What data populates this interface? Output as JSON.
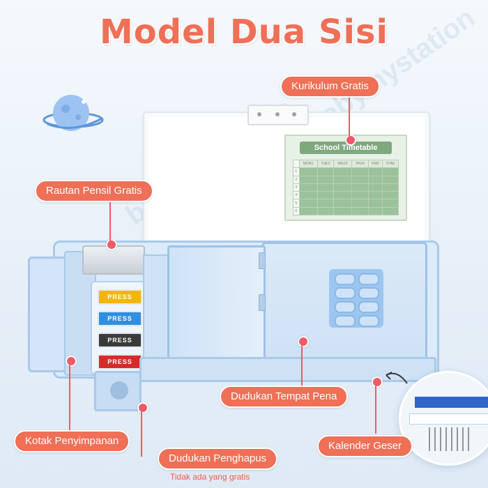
{
  "title": "Model Dua Sisi",
  "watermark": "babymystation",
  "timetable": {
    "heading": "School Timetable",
    "days": [
      "MON1",
      "TUE2",
      "WED3",
      "THU4",
      "FRI5",
      "STA6"
    ],
    "rows": [
      "1",
      "2",
      "3",
      "4",
      "5",
      "6"
    ]
  },
  "buttons": [
    {
      "label": "PRESS",
      "color": "#f2b705"
    },
    {
      "label": "PRESS",
      "color": "#2f8fe0"
    },
    {
      "label": "PRESS",
      "color": "#3a3a3a"
    },
    {
      "label": "PRESS",
      "color": "#d62b2b"
    }
  ],
  "labels": {
    "kurikulum": "Kurikulum Gratis",
    "rautan": "Rautan Pensil Gratis",
    "dudukan_pena": "Dudukan Tempat Pena",
    "kotak": "Kotak Penyimpanan",
    "kalender": "Kalender Geser",
    "penghapus": "Dudukan Penghapus",
    "penghapus_note": "Tidak ada yang gratis"
  },
  "colors": {
    "accent": "#ef6f57",
    "product": "#a9c9ea"
  }
}
